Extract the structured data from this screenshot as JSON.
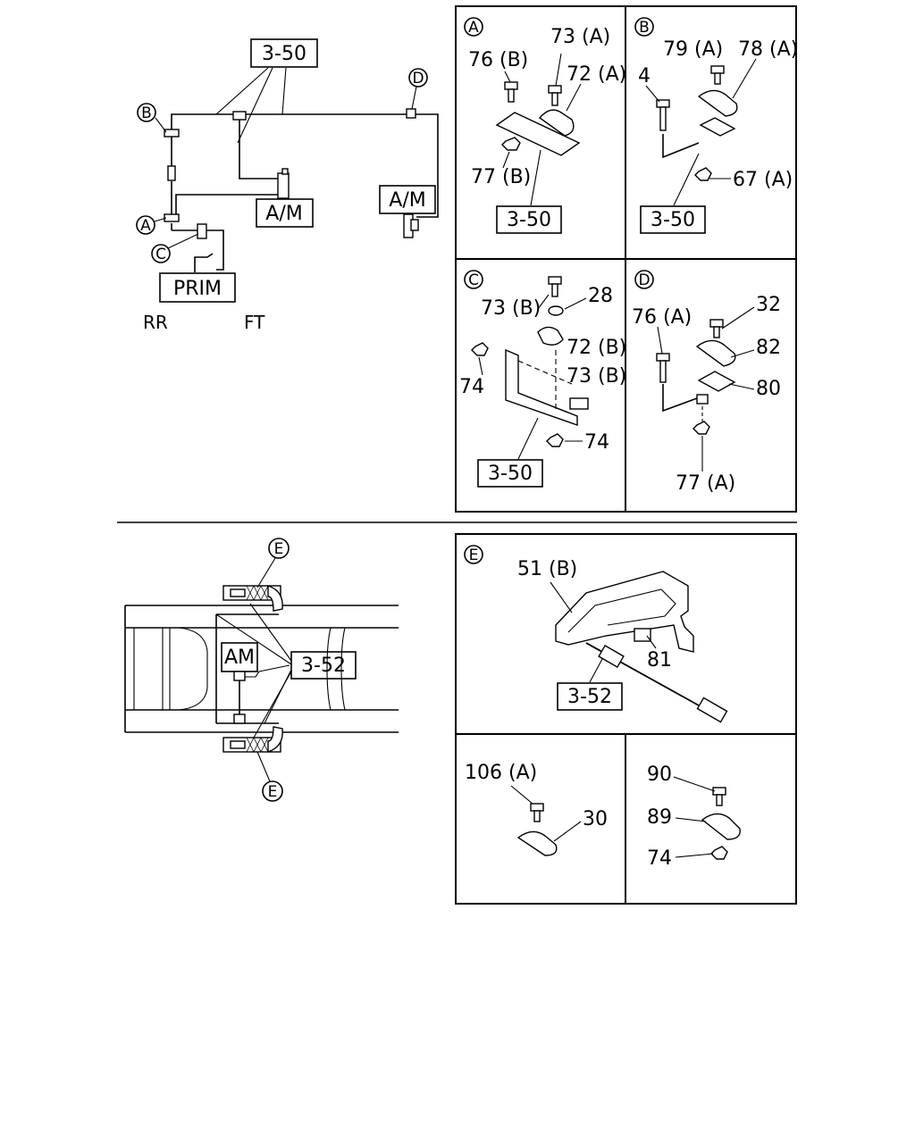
{
  "overview": {
    "ref_box": "3-50",
    "am_left": "A/M",
    "am_right": "A/M",
    "prim": "PRIM",
    "rr": "RR",
    "ft": "FT",
    "callouts": {
      "a": "A",
      "b": "B",
      "c": "C",
      "d": "D"
    }
  },
  "panel_a": {
    "letter": "A",
    "labels": [
      "73 (A)",
      "76 (B)",
      "72 (A)",
      "77 (B)"
    ],
    "ref_box": "3-50"
  },
  "panel_b": {
    "letter": "B",
    "labels": [
      "79 (A)",
      "78 (A)",
      "4",
      "67 (A)"
    ],
    "ref_box": "3-50"
  },
  "panel_c": {
    "letter": "C",
    "labels": [
      "73 (B)",
      "28",
      "72 (B)",
      "74",
      "73 (B)",
      "74"
    ],
    "ref_box": "3-50"
  },
  "panel_d": {
    "letter": "D",
    "labels": [
      "76 (A)",
      "32",
      "82",
      "80",
      "77 (A)"
    ]
  },
  "frame_view": {
    "am": "AM",
    "ref_box": "3-52",
    "callout_top": "E",
    "callout_bottom": "E"
  },
  "panel_e": {
    "letter": "E",
    "labels": [
      "51 (B)",
      "81"
    ],
    "ref_box": "3-52"
  },
  "panel_f": {
    "labels": [
      "106 (A)",
      "30"
    ]
  },
  "panel_g": {
    "labels": [
      "90",
      "89",
      "74"
    ]
  }
}
